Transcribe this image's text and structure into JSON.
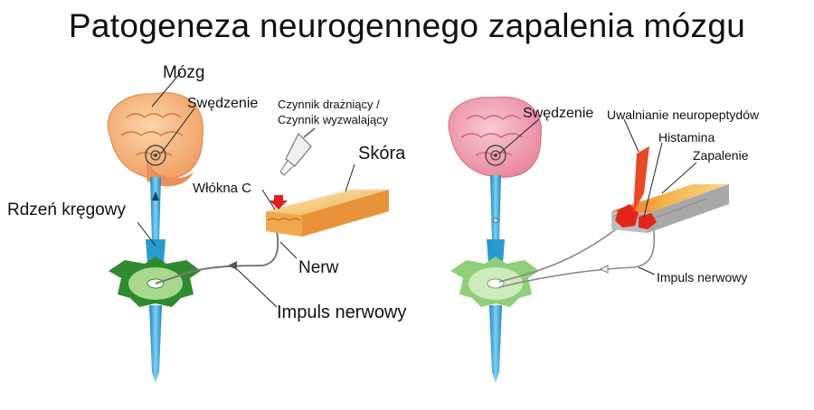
{
  "title": "Patogeneza neurogennego zapalenia mózgu",
  "left_panel": {
    "labels": {
      "brain": "Mózg",
      "itch": "Swędzenie",
      "irritant_line1": "Czynnik drażniący /",
      "irritant_line2": "Czynnik wyzwalający",
      "skin": "Skóra",
      "c_fibers": "Włókna C",
      "spinal_cord": "Rdzeń kręgowy",
      "nerve": "Nerw",
      "nerve_impulse": "Impuls nerwowy"
    }
  },
  "right_panel": {
    "labels": {
      "itch": "Swędzenie",
      "neuropeptide_release": "Uwalnianie neuropeptydów",
      "histamine": "Histamina",
      "inflammation": "Zapalenie",
      "nerve_impulse": "Impuls nerwowy"
    }
  },
  "colors": {
    "brain_left": "#f3b27a",
    "brain_right": "#ef9fb0",
    "spinal_cord": "#3aa9d8",
    "vertebra_left": "#2f8a2f",
    "vertebra_right": "#8fcf7a",
    "skin": "#f6c477",
    "inflammation": "#e02a1a"
  }
}
